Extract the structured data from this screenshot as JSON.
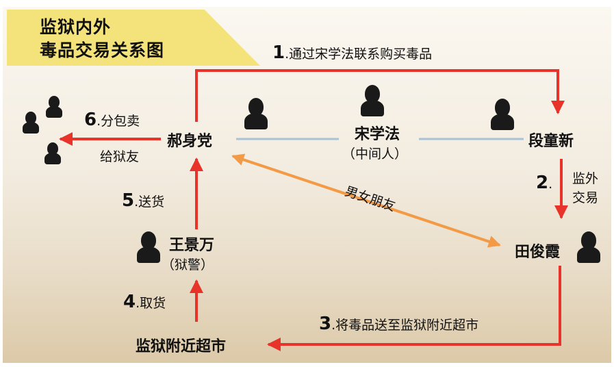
{
  "title": {
    "line1": "监狱内外",
    "line2": "毒品交易关系图"
  },
  "nodes": {
    "hao": "郝身党",
    "song": "宋学法",
    "song_role": "（中间人）",
    "duan": "段童新",
    "tian": "田俊霞",
    "wang": "王景万",
    "wang_role": "（狱警）",
    "market": "监狱附近超市"
  },
  "edges": {
    "step1_num": "1",
    "step1_text": ".通过宋学法联系购买毒品",
    "step2_num": "2",
    "step2_dot": ".",
    "step2_text_line1": "监外",
    "step2_text_line2": "交易",
    "step3_num": "3",
    "step3_text": ".将毒品送至监狱附近超市",
    "step4_num": "4",
    "step4_text": ".取货",
    "step5_num": "5",
    "step5_text": ".送货",
    "step6_num": "6",
    "step6_text": ".分包卖",
    "step6_text_line2": "给狱友",
    "relation": "男女朋友"
  },
  "colors": {
    "arrow_red": "#e8332a",
    "arrow_orange": "#f29a45",
    "link_blue": "#a9c2d6",
    "banner_yellow": "#f4e27a"
  }
}
